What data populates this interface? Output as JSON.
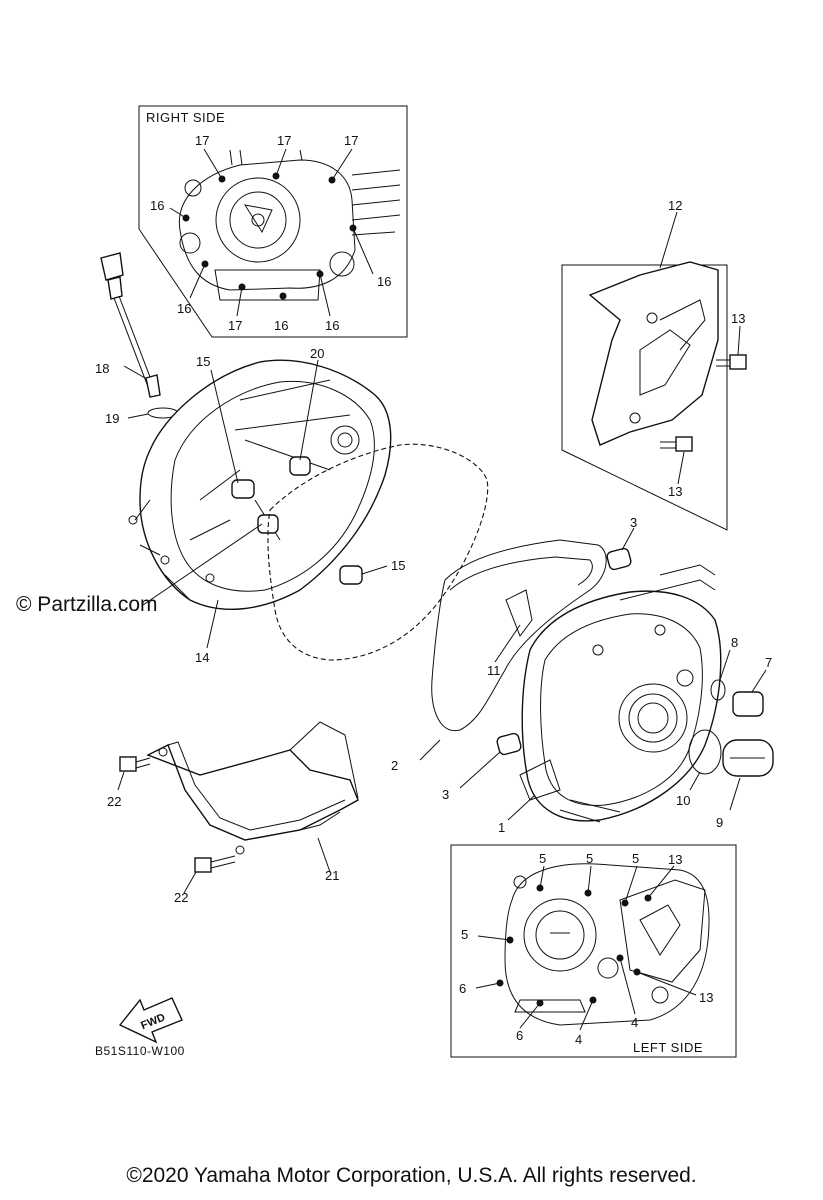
{
  "diagram": {
    "right_inset_title": "RIGHT SIDE",
    "left_inset_title": "LEFT SIDE",
    "fwd_label": "FWD",
    "drawing_code": "B51S110-W100",
    "watermark": "© Partzilla.com",
    "copyright": "©2020 Yamaha Motor Corporation, U.S.A. All rights reserved.",
    "labels": {
      "n1": "1",
      "n2": "2",
      "n3": "3",
      "n4": "4",
      "n5": "5",
      "n6": "6",
      "n7": "7",
      "n8": "8",
      "n9": "9",
      "n10": "10",
      "n11": "11",
      "n12": "12",
      "n13": "13",
      "n14": "14",
      "n15": "15",
      "n16": "16",
      "n17": "17",
      "n18": "18",
      "n19": "19",
      "n20": "20",
      "n21": "21",
      "n22": "22"
    }
  }
}
